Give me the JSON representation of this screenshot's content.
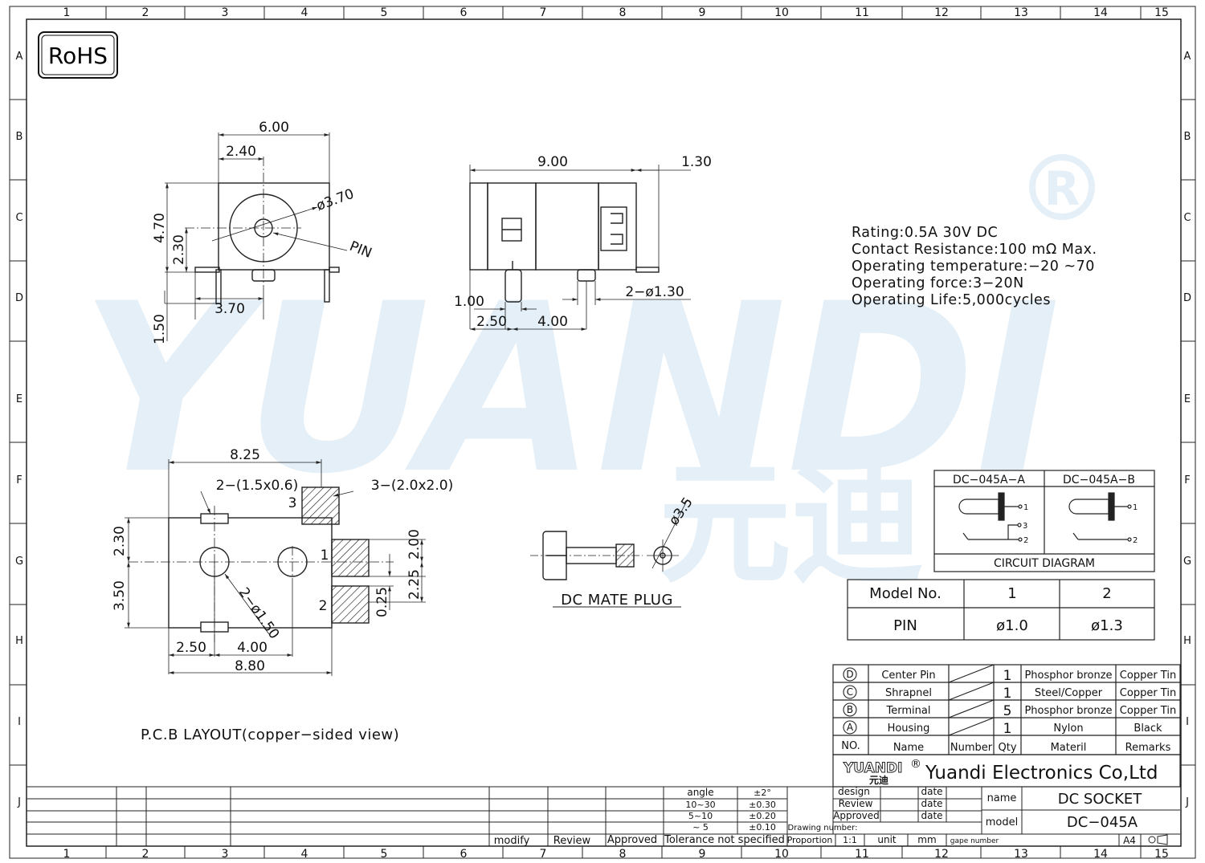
{
  "grid": {
    "columns": [
      "1",
      "2",
      "3",
      "4",
      "5",
      "6",
      "7",
      "8",
      "9",
      "10",
      "11",
      "12",
      "13",
      "14",
      "15"
    ],
    "rows": [
      "A",
      "B",
      "C",
      "D",
      "E",
      "F",
      "G",
      "H",
      "I",
      "J"
    ]
  },
  "rohs": "RoHS",
  "watermark": {
    "text": "YUANDI",
    "chinese": "元迪",
    "registered": "®"
  },
  "front_view": {
    "dims": {
      "d600": "6.00",
      "d240": "2.40",
      "d470": "4.70",
      "d230": "2.30",
      "d370": "3.70",
      "d150": "1.50",
      "dia": "ø3.70"
    },
    "pin_label": "PIN"
  },
  "side_view": {
    "dims": {
      "d900": "9.00",
      "d130": "1.30",
      "d100": "1.00",
      "d250": "2.50",
      "d400": "4.00",
      "holes": "2−ø1.30"
    }
  },
  "specs": [
    "Rating:0.5A 30V DC",
    "Contact Resistance:100 mΩ Max.",
    "Operating temperature:−20  ~70",
    "Operating force:3−20N",
    "Operating Life:5,000cycles"
  ],
  "pcb": {
    "dims": {
      "d825": "8.25",
      "slots": "2−(1.5x0.6)",
      "pads": "3−(2.0x2.0)",
      "d230": "2.30",
      "d350": "3.50",
      "d200": "2.00",
      "d225": "2.25",
      "d025": "0.25",
      "holes": "2−ø1.50",
      "d250": "2.50",
      "d400": "4.00",
      "d880": "8.80"
    },
    "pins": [
      "1",
      "2",
      "3"
    ],
    "title": "P.C.B LAYOUT(copper−sided view)"
  },
  "plug": {
    "dia": "ø3.5",
    "title": "DC MATE PLUG"
  },
  "circuit": {
    "col_a": "DC−045A−A",
    "col_b": "DC−045A−B",
    "title": "CIRCUIT DIAGRAM",
    "pin_1": "1",
    "pin_2": "2",
    "pin_3": "3"
  },
  "model_table": {
    "header": [
      "Model No.",
      "1",
      "2"
    ],
    "row": [
      "PIN",
      "ø1.0",
      "ø1.3"
    ]
  },
  "bom": {
    "rows": [
      {
        "no": "D",
        "name": "Center Pin",
        "qty": "1",
        "material": "Phosphor bronze",
        "remarks": "Copper Tin"
      },
      {
        "no": "C",
        "name": "Shrapnel",
        "qty": "1",
        "material": "Steel/Copper",
        "remarks": "Copper Tin"
      },
      {
        "no": "B",
        "name": "Terminal",
        "qty": "5",
        "material": "Phosphor bronze",
        "remarks": "Copper Tin"
      },
      {
        "no": "A",
        "name": "Housing",
        "qty": "1",
        "material": "Nylon",
        "remarks": "Black"
      }
    ],
    "header": {
      "no": "NO.",
      "name": "Name",
      "number": "Number",
      "qty": "Qty",
      "material": "Materil",
      "remarks": "Remarks"
    }
  },
  "company": {
    "logo": "YUANDI",
    "logo_cn": "元迪",
    "registered": "®",
    "name": "Yuandi Electronics Co,Ltd"
  },
  "title_block": {
    "angle": "angle",
    "angle_tol": "±2°",
    "r1": "10~30",
    "r1_tol": "±0.30",
    "r2": "5~10",
    "r2_tol": "±0.20",
    "r3": "~ 5",
    "r3_tol": "±0.10",
    "modify": "modify",
    "review": "Review",
    "approved": "Approved",
    "tolerance": "Tolerance not specified",
    "design": "design",
    "review2": "Review",
    "approved2": "Approved",
    "date": "date",
    "drawing_number": "Drawing number:",
    "proportion": "Proportion",
    "scale": "1:1",
    "unit": "unit",
    "unit_value": "mm",
    "gape": "gape number",
    "name_label": "name",
    "name_value": "DC SOCKET",
    "model_label": "model",
    "model_value": "DC−045A",
    "size": "A4"
  }
}
